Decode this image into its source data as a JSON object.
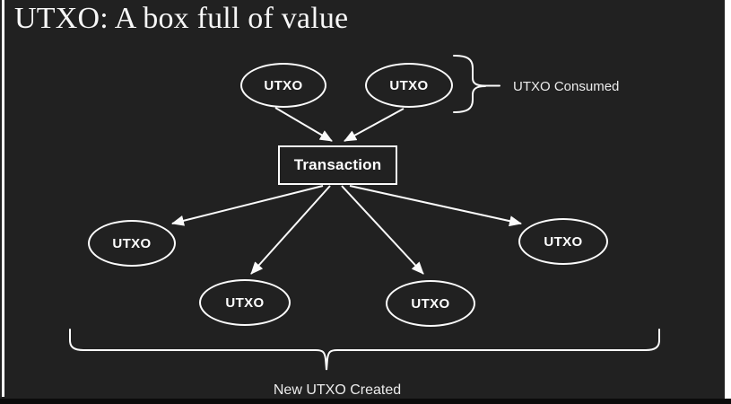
{
  "title": "UTXO: A box full of value",
  "colors": {
    "background": "#212121",
    "stroke": "#fbfbfb",
    "text": "#ffffff",
    "page_edge": "#ffffff",
    "bottom_strip": "#0b0b0b"
  },
  "diagram": {
    "transaction": {
      "label": "Transaction"
    },
    "inputs": [
      {
        "label": "UTXO"
      },
      {
        "label": "UTXO"
      }
    ],
    "outputs": [
      {
        "label": "UTXO"
      },
      {
        "label": "UTXO"
      },
      {
        "label": "UTXO"
      },
      {
        "label": "UTXO"
      }
    ],
    "annotations": {
      "consumed": "UTXO Consumed",
      "created": "New UTXO Created"
    }
  }
}
